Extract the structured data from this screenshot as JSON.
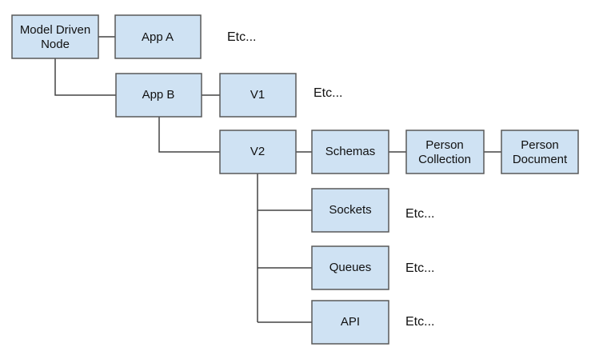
{
  "colors": {
    "box_fill": "#cfe2f3",
    "box_border": "#595959",
    "connector": "#444444",
    "text": "#111111"
  },
  "nodes": {
    "model_driven_node": {
      "line1": "Model Driven",
      "line2": "Node"
    },
    "app_a": {
      "label": "App A"
    },
    "app_b": {
      "label": "App B"
    },
    "v1": {
      "label": "V1"
    },
    "v2": {
      "label": "V2"
    },
    "schemas": {
      "label": "Schemas"
    },
    "person_collection": {
      "line1": "Person",
      "line2": "Collection"
    },
    "person_document": {
      "line1": "Person",
      "line2": "Document"
    },
    "sockets": {
      "label": "Sockets"
    },
    "queues": {
      "label": "Queues"
    },
    "api": {
      "label": "API"
    }
  },
  "etc_labels": {
    "app_a": "Etc...",
    "v1": "Etc...",
    "sockets": "Etc...",
    "queues": "Etc...",
    "api": "Etc..."
  }
}
